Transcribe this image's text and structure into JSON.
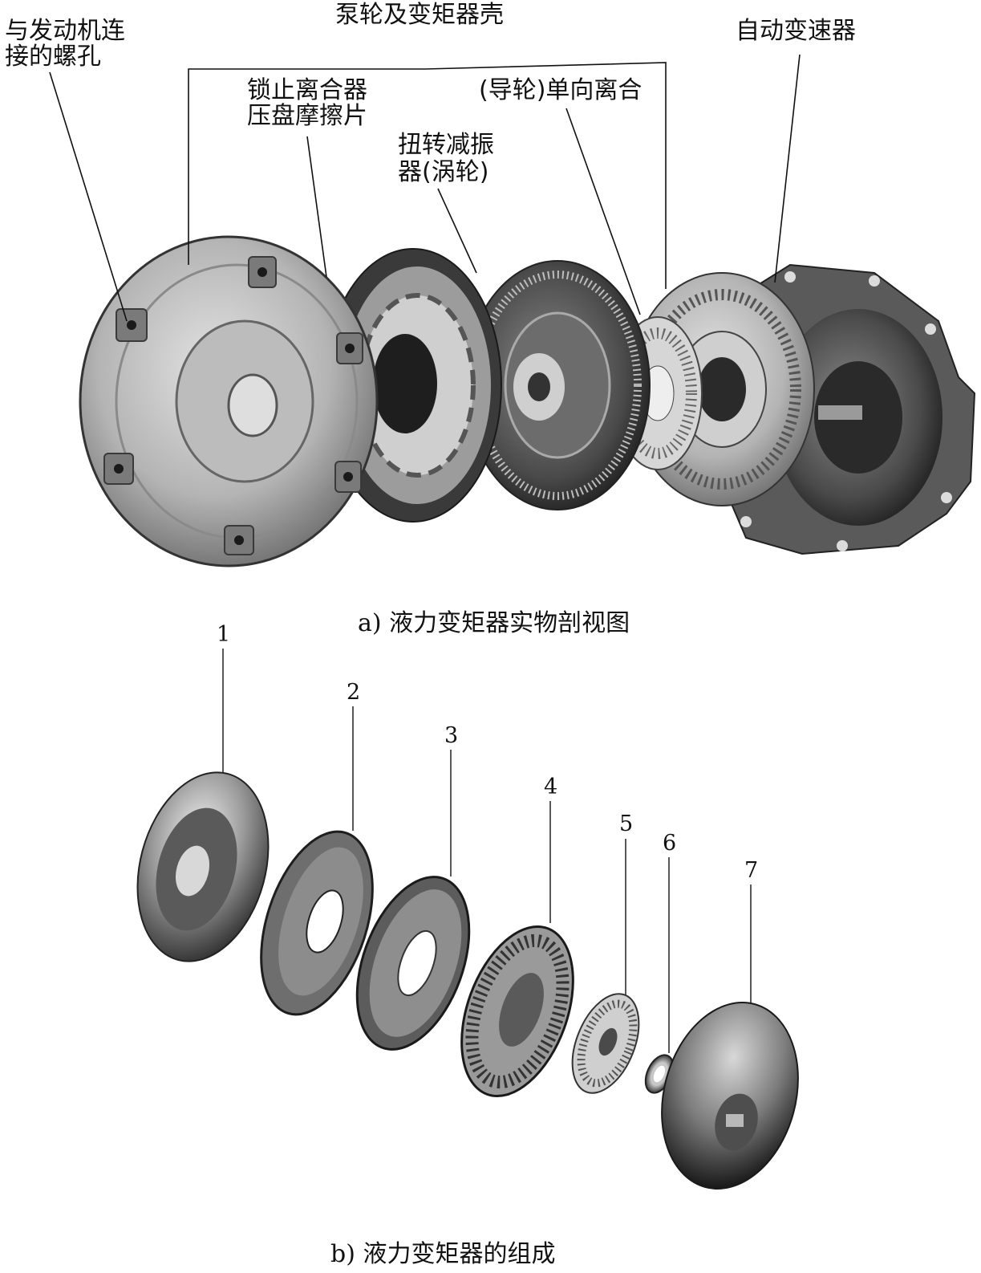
{
  "photo_labels": {
    "engine_bolt_holes": [
      "与发动机连",
      "接的螺孔"
    ],
    "pump_and_shell": "泵轮及变矩器壳",
    "lockup_clutch": [
      "锁止离合器",
      "压盘摩擦片"
    ],
    "torsional_damper": [
      "扭转减振",
      "器(涡轮)"
    ],
    "stator_clutch": "(导轮)单向离合",
    "auto_transmission": "自动变速器"
  },
  "captions": {
    "a": "a) 液力变矩器实物剖视图",
    "b": "b) 液力变矩器的组成"
  },
  "part_numbers": [
    "1",
    "2",
    "3",
    "4",
    "5",
    "6",
    "7"
  ]
}
